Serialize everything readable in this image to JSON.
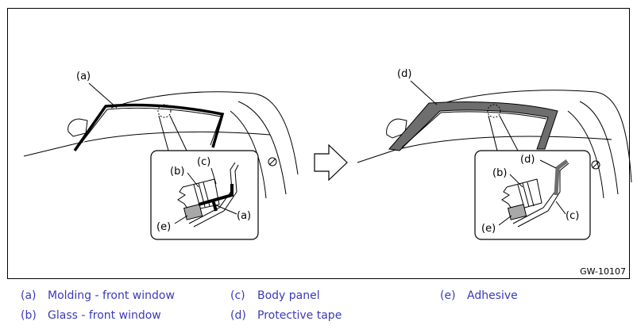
{
  "figure": {
    "id": "GW-10107",
    "callouts": {
      "left_a_top": "(a)",
      "left_b": "(b)",
      "left_c": "(c)",
      "left_a_inset": "(a)",
      "left_e": "(e)",
      "right_d_top": "(d)",
      "right_d_inset": "(d)",
      "right_b": "(b)",
      "right_c": "(c)",
      "right_e": "(e)"
    }
  },
  "legend": [
    {
      "key": "(a)",
      "text": "Molding - front window"
    },
    {
      "key": "(b)",
      "text": "Glass - front window"
    },
    {
      "key": "(c)",
      "text": "Body panel"
    },
    {
      "key": "(d)",
      "text": "Protective tape"
    },
    {
      "key": "(e)",
      "text": "Adhesive"
    }
  ],
  "colors": {
    "legend_text": "#3a3ab8",
    "tape_fill": "#6e6e6e",
    "adhesive_fill": "#a8a8a8"
  }
}
